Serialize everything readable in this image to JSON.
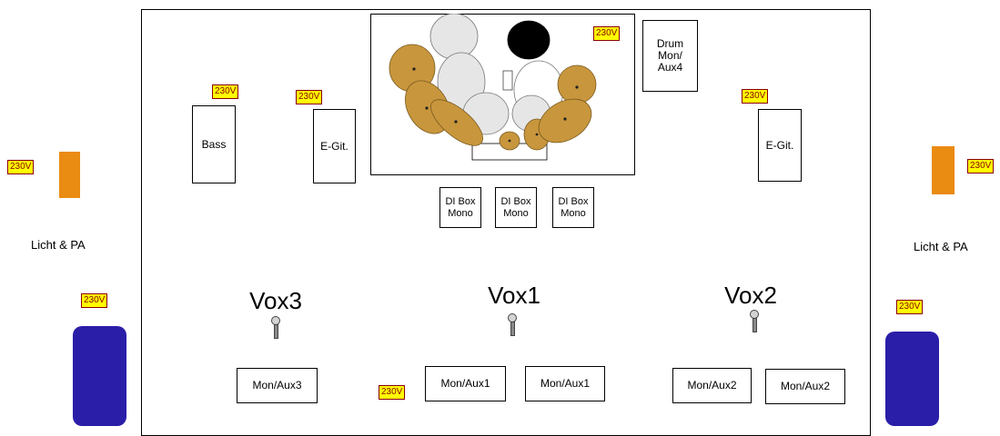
{
  "voltage_label": "230V",
  "stage": {
    "drum_monitor": "Drum\nMon/\nAux4",
    "bass": "Bass",
    "egit_left": "E-Git.",
    "egit_right": "E-Git.",
    "di_boxes": [
      "DI Box\nMono",
      "DI Box\nMono",
      "DI Box\nMono"
    ],
    "vox": [
      "Vox3",
      "Vox1",
      "Vox2"
    ],
    "monitors": [
      "Mon/Aux3",
      "Mon/Aux1",
      "Mon/Aux1",
      "Mon/Aux2",
      "Mon/Aux2"
    ]
  },
  "side_left": {
    "label": "Licht & PA"
  },
  "side_right": {
    "label": "Licht & PA"
  },
  "colors": {
    "voltage_bg": "#ffff00",
    "voltage_text": "#8a0000",
    "light_orange": "#ea8b12",
    "pa_speaker": "#2a1ea8",
    "cymbal": "#c8963c",
    "drum_shell": "#e6e6e6",
    "drum_black": "#000000"
  }
}
